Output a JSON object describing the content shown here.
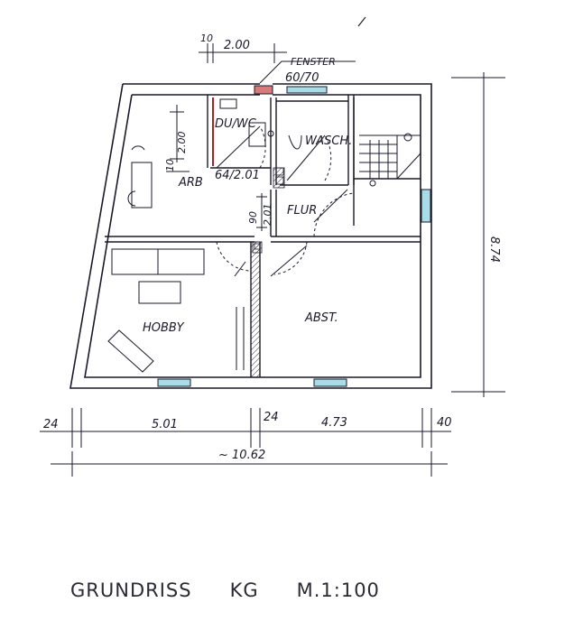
{
  "rooms": {
    "duwc": "DU/WC",
    "wasch": "WASCH.",
    "arb": "ARB",
    "flur": "FLUR",
    "hobby": "HOBBY",
    "abst": "ABST."
  },
  "annotations": {
    "fenster_label": "FENSTER",
    "fenster_size": "60/70",
    "door_arb": "64/2.01",
    "dim_top_10": "10",
    "dim_top_200": "2.00",
    "dim_arb_200": "2.00",
    "dim_arb_10": "10",
    "dim_flur_90": "90",
    "dim_flur_201": "2.01"
  },
  "dimensions": {
    "wall_left": "24",
    "hobby_width": "5.01",
    "wall_mid": "24",
    "abst_width": "4.73",
    "wall_right": "40",
    "total_width": "~ 10.62",
    "total_depth": "8.74"
  },
  "caption": {
    "title": "GRUNDRISS",
    "level": "KG",
    "scale": "M.1:100"
  },
  "colors": {
    "ink": "#1a1a2a",
    "wall_fill": "#d9d9d9",
    "window": "#a8dde8",
    "red_mark": "#b02020"
  }
}
